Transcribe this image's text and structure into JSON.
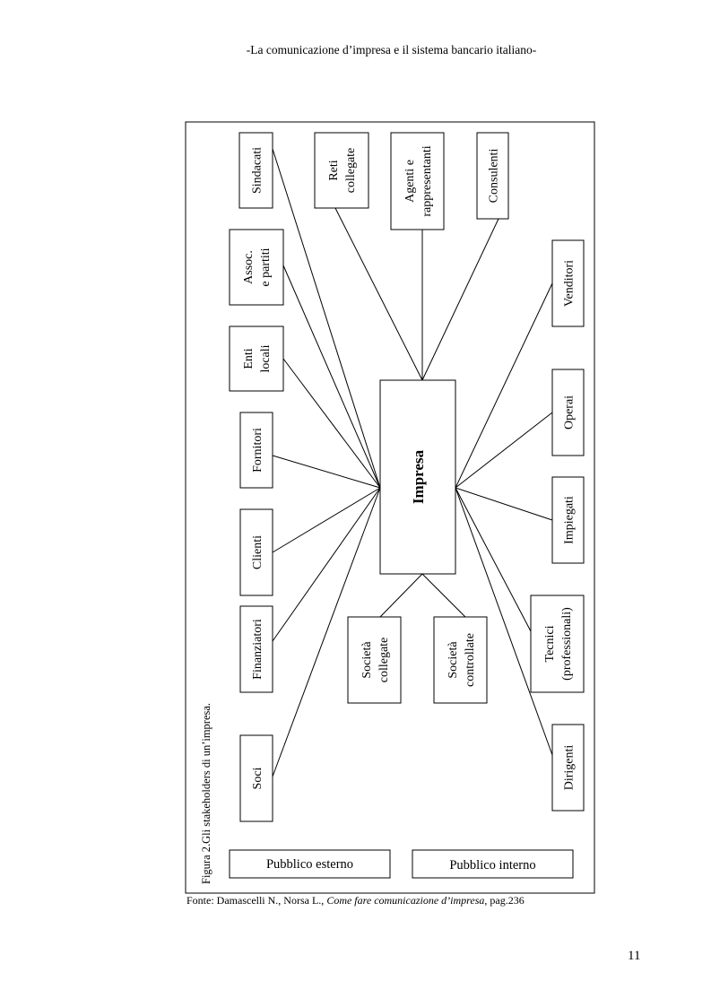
{
  "header": {
    "running_title": "-La comunicazione d’impresa e il sistema bancario italiano-"
  },
  "figure": {
    "caption": "Figura 2.Gli  stakeholders di un’impresa.",
    "center": "Impresa",
    "stakeholders": {
      "sindacati": [
        "Sindacati"
      ],
      "reti": [
        "Reti",
        "collegate"
      ],
      "agenti": [
        "Agenti e",
        "rappresentanti"
      ],
      "consulenti": [
        "Consulenti"
      ],
      "assoc": [
        "Assoc.",
        "e partiti"
      ],
      "enti": [
        "Enti",
        "locali"
      ],
      "fornitori": [
        "Fornitori"
      ],
      "clienti": [
        "Clienti"
      ],
      "finanziatori": [
        "Finanziatori"
      ],
      "soci": [
        "Soci"
      ],
      "soc_collegate": [
        "Società",
        "collegate"
      ],
      "soc_controllate": [
        "Società",
        "controllate"
      ],
      "venditori": [
        "Venditori"
      ],
      "operai": [
        "Operai"
      ],
      "impiegati": [
        "Impiegati"
      ],
      "tecnici": [
        "Tecnici",
        "(professionali)"
      ],
      "dirigenti": [
        "Dirigenti"
      ]
    },
    "legend": {
      "pubblico_esterno": "Pubblico esterno",
      "pubblico_interno": "Pubblico interno"
    }
  },
  "source": {
    "prefix": "Fonte: Damascelli N., Norsa L., ",
    "title": "Come fare comunicazione d’impresa",
    "suffix": ", pag.236"
  },
  "page_number": "11"
}
